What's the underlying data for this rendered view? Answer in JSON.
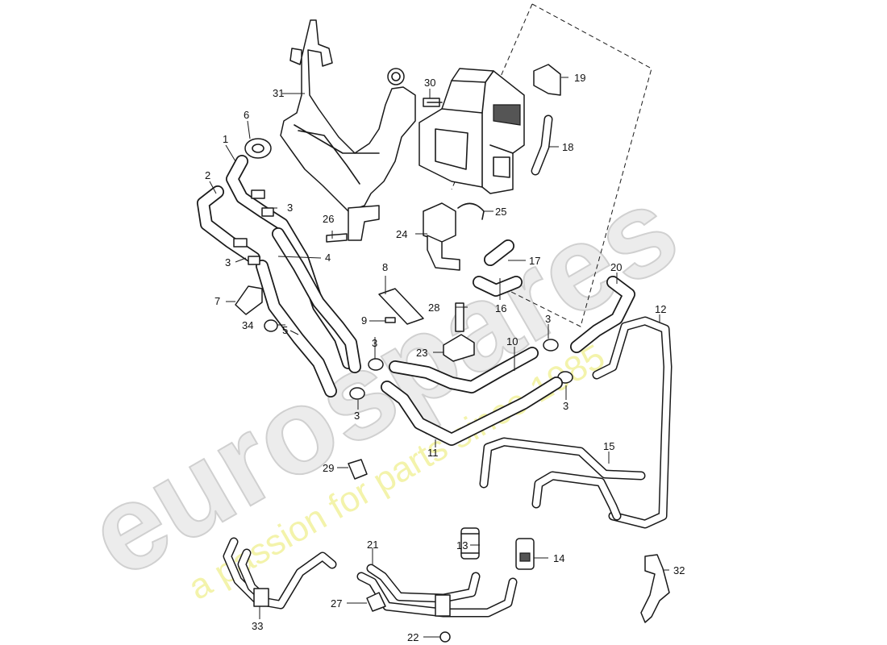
{
  "watermark": {
    "brand": "eurospares",
    "tagline": "a passion for parts since 1985"
  },
  "callouts": [
    {
      "id": "1",
      "label": "1"
    },
    {
      "id": "2",
      "label": "2"
    },
    {
      "id": "3a",
      "label": "3"
    },
    {
      "id": "3b",
      "label": "3"
    },
    {
      "id": "3c",
      "label": "3"
    },
    {
      "id": "3d",
      "label": "3"
    },
    {
      "id": "3e",
      "label": "3"
    },
    {
      "id": "3f",
      "label": "3"
    },
    {
      "id": "3g",
      "label": "3"
    },
    {
      "id": "4",
      "label": "4"
    },
    {
      "id": "5",
      "label": "5"
    },
    {
      "id": "6",
      "label": "6"
    },
    {
      "id": "7",
      "label": "7"
    },
    {
      "id": "8",
      "label": "8"
    },
    {
      "id": "9",
      "label": "9"
    },
    {
      "id": "10",
      "label": "10"
    },
    {
      "id": "11",
      "label": "11"
    },
    {
      "id": "12",
      "label": "12"
    },
    {
      "id": "13",
      "label": "13"
    },
    {
      "id": "14",
      "label": "14"
    },
    {
      "id": "15",
      "label": "15"
    },
    {
      "id": "16",
      "label": "16"
    },
    {
      "id": "17",
      "label": "17"
    },
    {
      "id": "18",
      "label": "18"
    },
    {
      "id": "19",
      "label": "19"
    },
    {
      "id": "20",
      "label": "20"
    },
    {
      "id": "21",
      "label": "21"
    },
    {
      "id": "22",
      "label": "22"
    },
    {
      "id": "23",
      "label": "23"
    },
    {
      "id": "24",
      "label": "24"
    },
    {
      "id": "25",
      "label": "25"
    },
    {
      "id": "26",
      "label": "26"
    },
    {
      "id": "27",
      "label": "27"
    },
    {
      "id": "28",
      "label": "28"
    },
    {
      "id": "29",
      "label": "29"
    },
    {
      "id": "30",
      "label": "30"
    },
    {
      "id": "31",
      "label": "31"
    },
    {
      "id": "32",
      "label": "32"
    },
    {
      "id": "33",
      "label": "33"
    },
    {
      "id": "34",
      "label": "34"
    }
  ]
}
